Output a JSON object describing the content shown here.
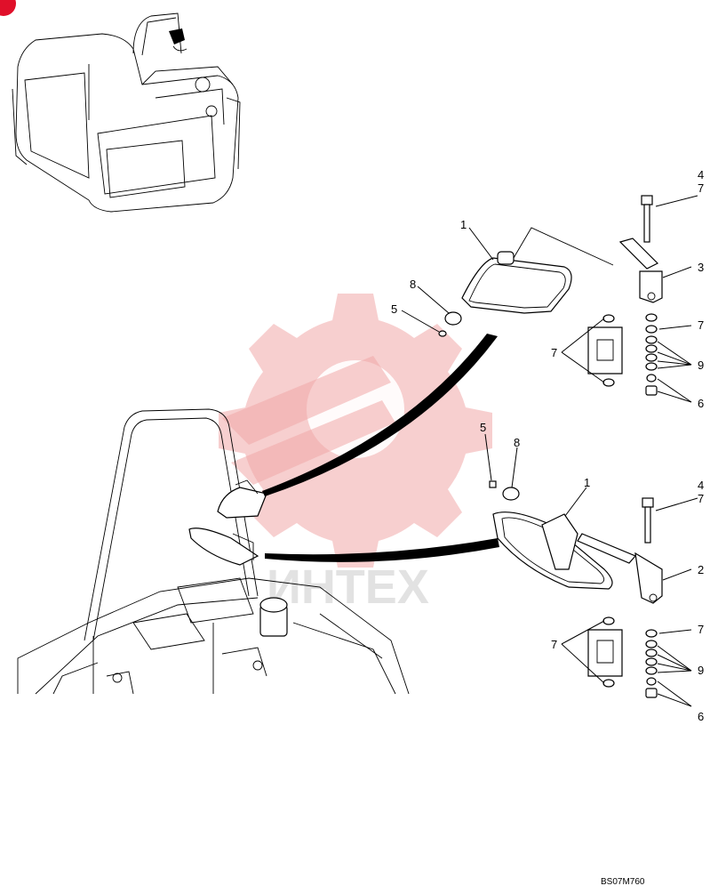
{
  "callouts": {
    "upper_1": "1",
    "upper_8": "8",
    "upper_5": "5",
    "upper_4": "4",
    "upper_7_bolt": "7",
    "upper_3": "3",
    "upper_7_right": "7",
    "upper_7_left": "7",
    "upper_9": "9",
    "upper_6": "6",
    "lower_5": "5",
    "lower_8": "8",
    "lower_1": "1",
    "lower_4": "4",
    "lower_7_bolt": "7",
    "lower_2": "2",
    "lower_7_right": "7",
    "lower_7_left": "7",
    "lower_9": "9",
    "lower_6": "6"
  },
  "watermark": {
    "text": "ИНТЕХ"
  },
  "drawing_code": "BS07M760",
  "colors": {
    "corner_marker": "#e0102a",
    "watermark": "#f0a7a7"
  }
}
